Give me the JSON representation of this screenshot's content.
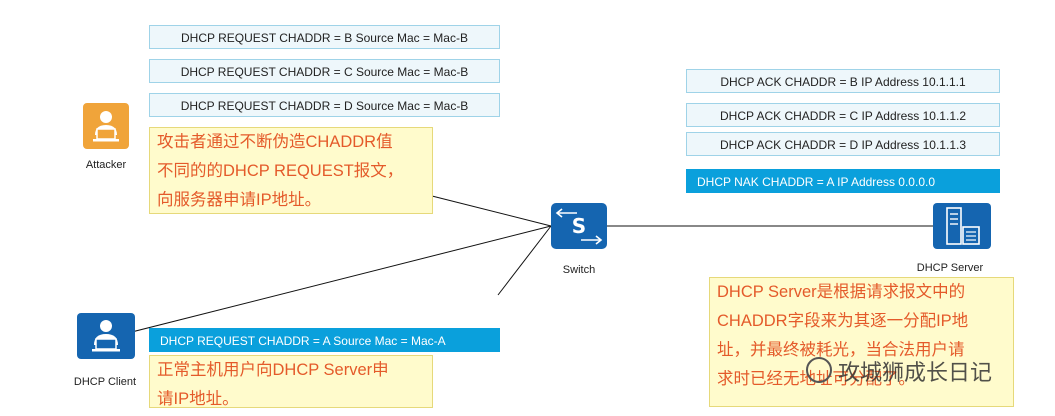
{
  "attacker": {
    "label": "Attacker",
    "requests": [
      "DHCP REQUEST  CHADDR = B  Source Mac = Mac-B",
      "DHCP REQUEST  CHADDR = C  Source Mac = Mac-B",
      "DHCP REQUEST  CHADDR = D  Source Mac = Mac-B"
    ],
    "note": [
      "攻击者通过不断伪造CHADDR值",
      "不同的的DHCP REQUEST报文，",
      "向服务器申请IP地址。"
    ]
  },
  "client": {
    "label": "DHCP Client",
    "request": "DHCP REQUEST  CHADDR = A  Source Mac = Mac-A",
    "note": [
      "正常主机用户向DHCP Server申",
      "请IP地址。"
    ]
  },
  "switch": {
    "label": "Switch"
  },
  "server": {
    "label": "DHCP Server",
    "acks": [
      "DHCP ACK  CHADDR = B  IP Address 10.1.1.1",
      "DHCP ACK  CHADDR = C  IP Address 10.1.1.2",
      "DHCP ACK  CHADDR = D  IP Address 10.1.1.3"
    ],
    "nak": "DHCP NAK   CHADDR = A       IP Address 0.0.0.0",
    "note": [
      "DHCP Server是根据请求报文中的",
      "CHADDR字段来为其逐一分配IP地",
      "址，并最终被耗光，当合法用户请",
      "求时已经无地址可分配了。"
    ]
  },
  "watermark": "攻城狮成长日记",
  "colors": {
    "accent_blue": "#0aa0dc",
    "device_blue": "#1565b0",
    "attacker_orange": "#f0a43a",
    "note_text": "#e45a2a"
  }
}
